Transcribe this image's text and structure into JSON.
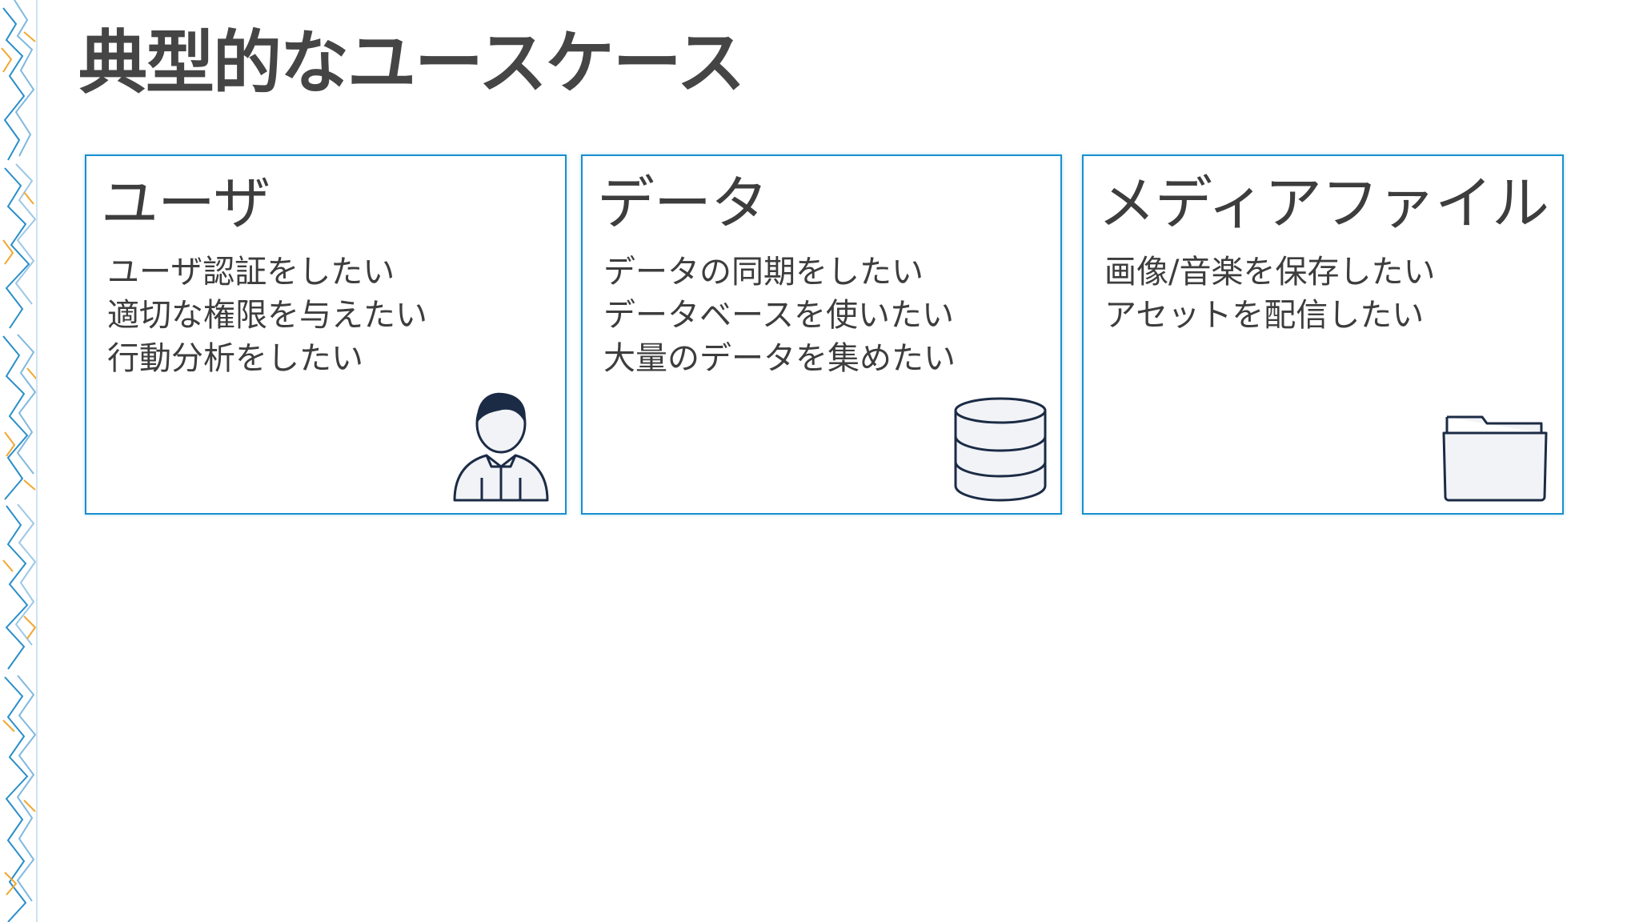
{
  "slide": {
    "title": "典型的なユースケース"
  },
  "cards": [
    {
      "title": "ユーザ",
      "items": [
        "ユーザ認証をしたい",
        "適切な権限を与えたい",
        "行動分析をしたい"
      ],
      "icon": "user-icon"
    },
    {
      "title": "データ",
      "items": [
        "データの同期をしたい",
        "データベースを使いたい",
        "大量のデータを集めたい"
      ],
      "icon": "database-icon"
    },
    {
      "title": "メディアファイル",
      "items": [
        "画像/音楽を保存したい",
        "アセットを配信したい"
      ],
      "icon": "folder-icon"
    }
  ],
  "colors": {
    "card_border": "#1a8fd0",
    "title_text": "#454545",
    "icon_stroke": "#1c2b45",
    "icon_fill": "#f1f3f7",
    "decor_blue": "#2a8fc8",
    "decor_orange": "#f0a830"
  }
}
